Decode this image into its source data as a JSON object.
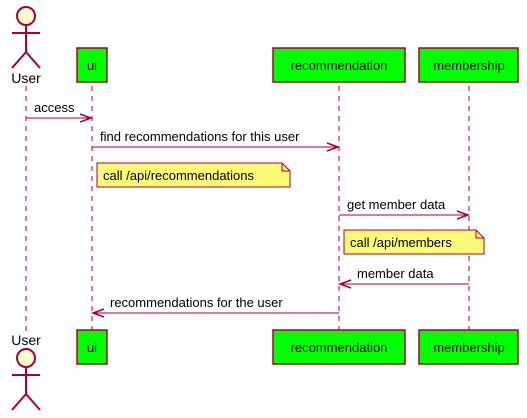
{
  "diagram": {
    "type": "sequence",
    "colors": {
      "participant_fill": "#00FF00",
      "participant_stroke": "#A80036",
      "actor_fill": "#FEFECE",
      "actor_stroke": "#A80036",
      "lifeline": "#A80036",
      "message": "#A80036",
      "note_fill": "#FBFB77",
      "note_stroke": "#A80036"
    },
    "actor": {
      "id": "user",
      "label": "User"
    },
    "participants": [
      {
        "id": "ui",
        "label": "ui"
      },
      {
        "id": "recommendation",
        "label": "recommendation"
      },
      {
        "id": "membership",
        "label": "membership"
      }
    ],
    "messages": [
      {
        "from": "user",
        "to": "ui",
        "label": "access",
        "kind": "request"
      },
      {
        "from": "ui",
        "to": "recommendation",
        "label": "find recommendations for this user",
        "kind": "request"
      },
      {
        "note_at": "ui",
        "label": "call /api/recommendations"
      },
      {
        "from": "recommendation",
        "to": "membership",
        "label": "get member data",
        "kind": "request"
      },
      {
        "note_at": "recommendation",
        "label": "call /api/members"
      },
      {
        "from": "membership",
        "to": "recommendation",
        "label": "member data",
        "kind": "response"
      },
      {
        "from": "recommendation",
        "to": "ui",
        "label": "recommendations for the user",
        "kind": "response"
      }
    ]
  }
}
